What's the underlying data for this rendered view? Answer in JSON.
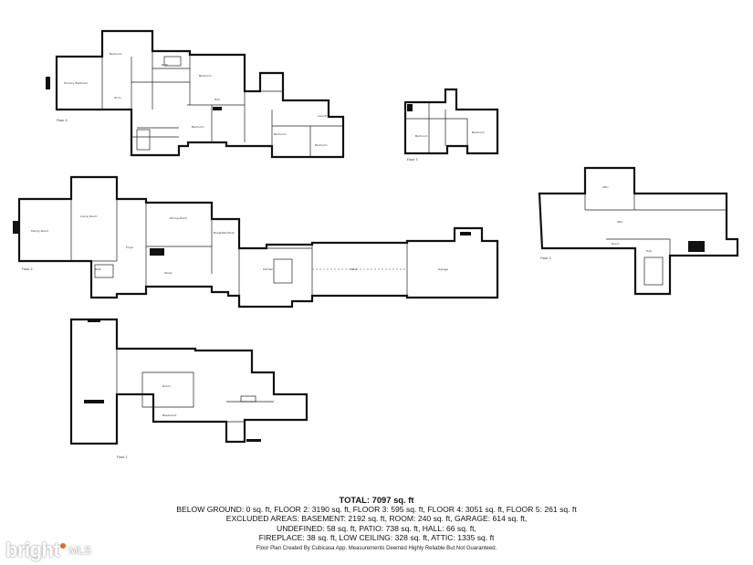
{
  "summary": {
    "total": "TOTAL: 7097 sq. ft",
    "line1": "BELOW GROUND: 0 sq. ft, FLOOR 2: 3190 sq. ft, FLOOR 3: 595 sq. ft, FLOOR 4: 3051 sq. ft, FLOOR 5: 261 sq. ft",
    "line2": "EXCLUDED AREAS: BASEMENT: 2192 sq. ft, ROOM: 240 sq. ft, GARAGE: 614 sq. ft,",
    "line3": "UNDEFINED: 58 sq. ft, PATIO: 738 sq. ft, HALL: 66 sq. ft,",
    "line4": "FIREPLACE: 38 sq. ft, LOW CEILING: 328 sq. ft, ATTIC: 1335 sq. ft"
  },
  "disclaimer": "Floor Plan Created By Cubicasa App. Measurements Deemed Highly Reliable But Not Guaranteed.",
  "logo": {
    "brand": "bright",
    "suffix": "MLS"
  },
  "floors": {
    "floor_4": "Floor 4",
    "floor_5": "Floor 5",
    "floor_2": "Floor 2",
    "floor_3": "Floor 3",
    "floor_1": "Floor 1"
  },
  "rooms": {
    "primary_bedroom": "Primary Bedroom",
    "bedroom": "Bedroom",
    "bath": "Bath",
    "walk_in": "W.I.C.",
    "hall": "Hall",
    "laundry": "Laundry",
    "family_room": "Family Room",
    "living_room": "Living Room",
    "foyer": "Foyer",
    "dining_room": "Dining Room",
    "study": "Study",
    "kitchen": "Kitchen",
    "breakfast": "Breakfast Nook",
    "patio": "Patio",
    "garage": "Garage",
    "attic": "Attic",
    "room": "Room",
    "basement": "Basement"
  }
}
